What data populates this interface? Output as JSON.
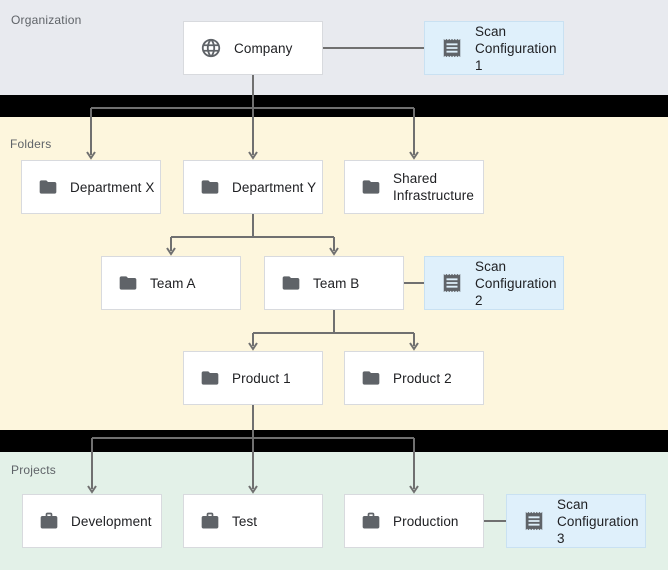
{
  "bands": {
    "organization": {
      "label": "Organization",
      "bg": "#e8eaef"
    },
    "folders": {
      "label": "Folders",
      "bg": "#fdf6dd"
    },
    "projects": {
      "label": "Projects",
      "bg": "#e3f1e8"
    }
  },
  "style": {
    "divider_color": "#000000",
    "connector_color": "#707070",
    "icon_color": "#5f6368",
    "node_bg": "#ffffff",
    "node_border": "#d8dade",
    "scan_node_bg": "#dff0fb",
    "scan_node_border": "#c9e1f2",
    "text_color": "#202124",
    "band_label_color": "#5f6368"
  },
  "nodes": {
    "company": {
      "label": "Company",
      "icon": "globe-icon"
    },
    "scan_config_1": {
      "label": "Scan Configuration 1",
      "icon": "receipt-icon"
    },
    "department_x": {
      "label": "Department X",
      "icon": "folder-icon"
    },
    "department_y": {
      "label": "Department Y",
      "icon": "folder-icon"
    },
    "shared_infrastructure": {
      "label": "Shared Infrastructure",
      "icon": "folder-icon"
    },
    "team_a": {
      "label": "Team A",
      "icon": "folder-icon"
    },
    "team_b": {
      "label": "Team B",
      "icon": "folder-icon"
    },
    "scan_config_2": {
      "label": "Scan Configuration 2",
      "icon": "receipt-icon"
    },
    "product_1": {
      "label": "Product 1",
      "icon": "folder-icon"
    },
    "product_2": {
      "label": "Product 2",
      "icon": "folder-icon"
    },
    "development": {
      "label": "Development",
      "icon": "briefcase-icon"
    },
    "test": {
      "label": "Test",
      "icon": "briefcase-icon"
    },
    "production": {
      "label": "Production",
      "icon": "briefcase-icon"
    },
    "scan_config_3": {
      "label": "Scan Configuration 3",
      "icon": "receipt-icon"
    }
  }
}
